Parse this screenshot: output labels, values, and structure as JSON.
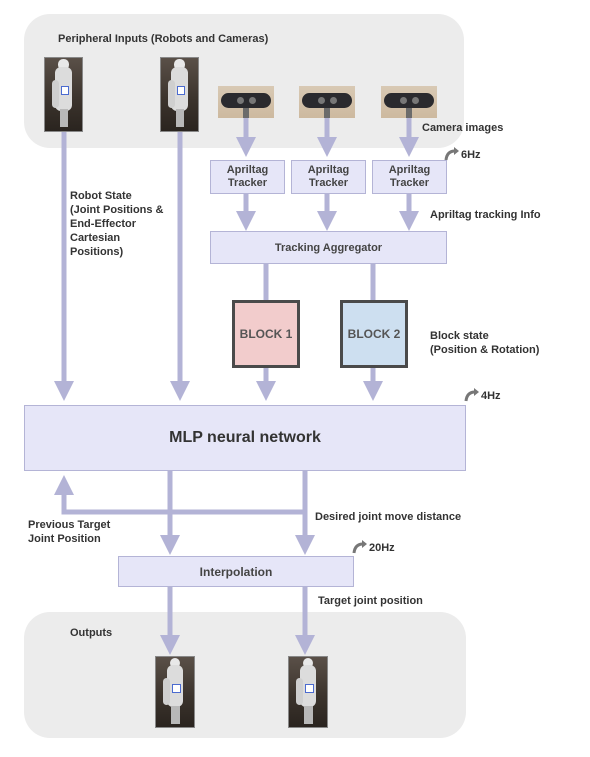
{
  "regions": {
    "peripheral_inputs": "Peripheral Inputs (Robots and Cameras)",
    "outputs": "Outputs"
  },
  "trackers": {
    "t1": "Apriltag\nTracker",
    "t2": "Apriltag\nTracker",
    "t3": "Apriltag\nTracker"
  },
  "aggregator": "Tracking Aggregator",
  "blocks": {
    "block1": "BLOCK 1",
    "block2": "BLOCK 2"
  },
  "mlp": "MLP neural network",
  "interpolation": "Interpolation",
  "labels": {
    "camera_images": "Camera images",
    "rate_6hz": "6Hz",
    "apriltag_info": "Apriltag tracking Info",
    "robot_state": "Robot State\n(Joint Positions &\nEnd-Effector\nCartesian\nPositions)",
    "block_state": "Block state\n(Position & Rotation)",
    "rate_4hz": "4Hz",
    "previous_target": "Previous Target\nJoint Position",
    "desired_move": "Desired joint move distance",
    "rate_20hz": "20Hz",
    "target_joint": "Target joint position"
  },
  "colors": {
    "block1": "#f2cccc",
    "block2": "#cddff0",
    "arrow": "#b3b3d6",
    "box_fill": "#e6e6f8"
  }
}
